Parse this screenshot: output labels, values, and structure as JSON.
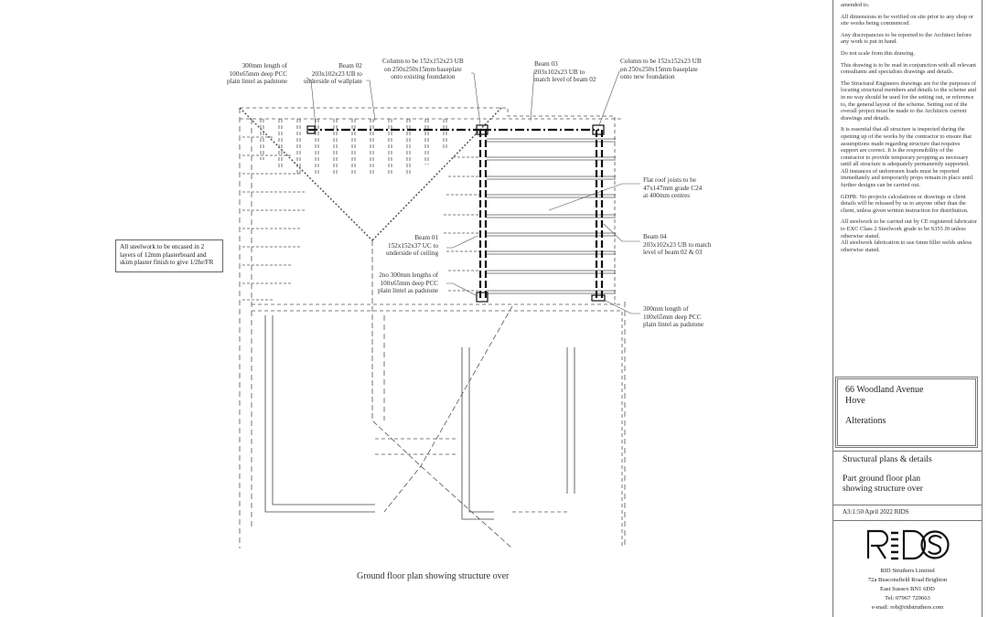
{
  "notes_panel": {
    "partial_top": "amended to.",
    "notes": [
      "All dimensions to be verified on site prior to any shop or site works being commenced.",
      "Any discrepancies to be reported to the Architect before any work is put in hand.",
      "Do not scale from this drawing.",
      "This drawing is to be read in conjunction with all relevant consultants and specialists drawings and details.",
      "The Structural Engineers drawings are for the purposes of locating structural members and details to the scheme and in no way should be used for the setting out, or reference to, the general layout of the scheme.  Setting out of the overall project must be made to the Architects current drawings and details.",
      "It is essential that all structure is inspected during the opening up of the works by the contractor to ensure that assumptions made regarding structure that requires support are correct.  It is the responsibility of the contractor to provide temporary propping as necessary until all structure is adequately permanently supported. All instances of unforeseen loads must be reported immediately and temporarily props remain in place until further designs can be carried out.",
      "GDPR:  No projects calculations or drawings  or client details will be released by us to anyone other than the client, unless given written instruction for  distribution.",
      "All steelwork to be carried out by CE registered fabricator to EXC Class 2 Steelwork grade to be S355 J0 unless otherwise stated.",
      "All steelwork fabrication to use 6mm fillet welds unless otherwise stated."
    ]
  },
  "project": {
    "address_line1": "66 Woodland Avenue",
    "address_line2": "Hove",
    "description": "Alterations"
  },
  "title_block": {
    "series": "Structural plans & details",
    "title_line1": "Part ground floor plan",
    "title_line2": "showing structure over",
    "scale_date": "A3:1:50 April 2022   RIDS"
  },
  "company": {
    "logo_text": "RIDS",
    "name": "RID Struthers Limited",
    "address1": "72a Beaconsfield Road  Brighton",
    "address2": "East Sussex  BN1 6DD",
    "tel": "Tel:  07967 729663",
    "email": "e-mail: rob@ridstruthers.com"
  },
  "drawing": {
    "caption": "Ground floor plan showing structure over",
    "encasement_note": [
      "All steelwork to be encased in 2",
      "layers of 12mm plasterboard and",
      "skim plaster finish to give 1/2hr/FR"
    ],
    "labels": {
      "padstone_top_left": [
        "300mm length of",
        "100x65mm deep PCC",
        "plain lintel as padstone"
      ],
      "beam02": [
        "Beam 02",
        "203x102x23 UB to",
        "underside of wallplate"
      ],
      "column_existing": [
        "Column to be 152x152x23 UB",
        "on 250x250x15mm baseplate",
        "onto existing foundation"
      ],
      "beam03": [
        "Beam 03",
        "203x102x23 UB to",
        "match level of beam 02"
      ],
      "column_new": [
        "Column to be 152x152x23 UB",
        "on 250x250x15mm baseplate",
        "onto new foundation"
      ],
      "joists": [
        "Flat roof joists to be",
        "47x147mm grade C24",
        "at 400mm centres"
      ],
      "beam04": [
        "Beam 04",
        "203x102x23 UB to match",
        "level of beam 02 & 03"
      ],
      "beam01": [
        "Beam 01",
        "152x152x37 UC to",
        "underside of ceiling"
      ],
      "padstones_2no": [
        "2no 300mm lengths of",
        "100x65mm deep PCC",
        "plain lintel as padstone"
      ],
      "padstone_bottom_right": [
        "300mm length of",
        "100x65mm deep PCC",
        "plain lintel as padstone"
      ]
    }
  }
}
